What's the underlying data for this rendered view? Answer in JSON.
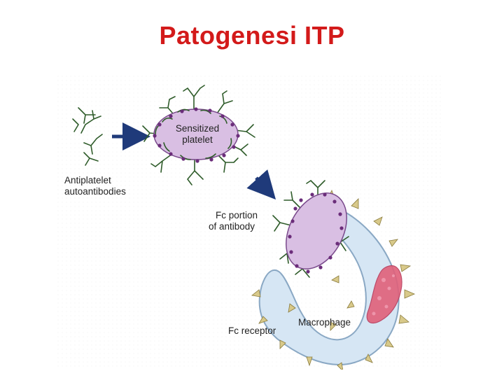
{
  "title": "Patogenesi ITP",
  "labels": {
    "antiplatelet": [
      "Antiplatelet",
      "autoantibodies"
    ],
    "sensitized": [
      "Sensitized",
      "platelet"
    ],
    "fc_portion": [
      "Fc portion",
      "of antibody"
    ],
    "macrophage": "Macrophage",
    "fc_receptor": "Fc receptor"
  },
  "colors": {
    "title": "#d31a1a",
    "platelet": "#d9bfe3",
    "platelet_outline": "#7a4a8c",
    "macrophage": "#d6e6f4",
    "macrophage_outline": "#8aa8c4",
    "antibody": "#2f5c2a",
    "arrow": "#1f3a7a",
    "phagosome": "#e0607a"
  }
}
